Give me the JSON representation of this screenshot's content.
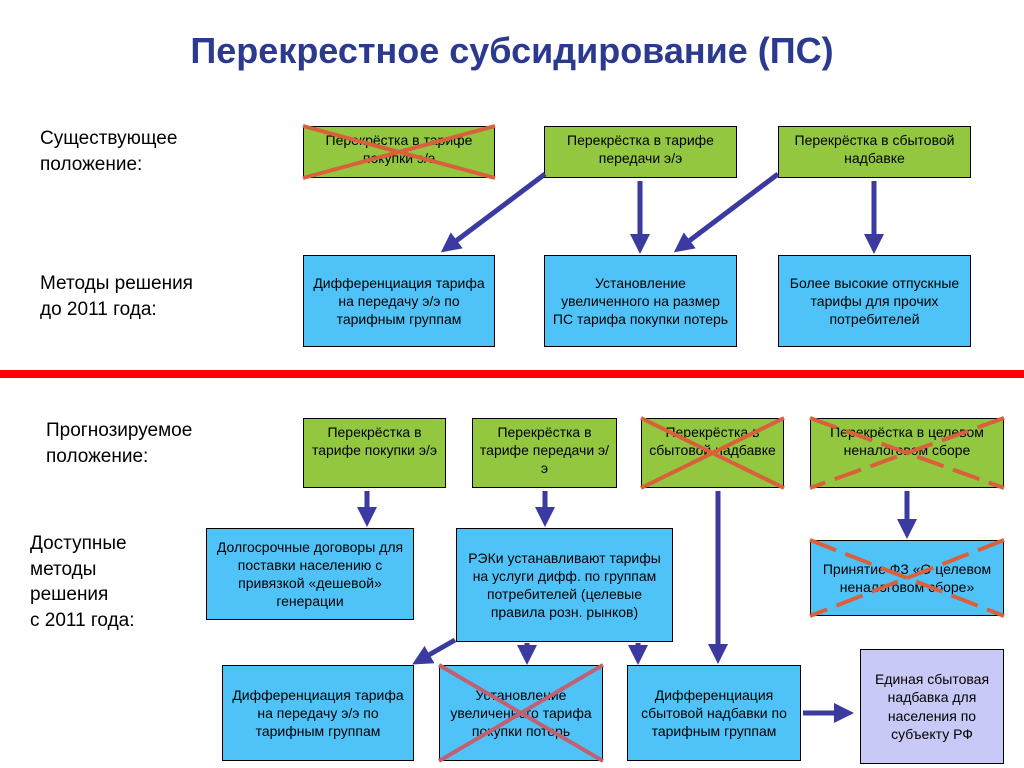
{
  "title": "Перекрестное субсидирование (ПС)",
  "labels": {
    "existing": "Существующее\nположение:",
    "methods_before": "Методы решения\nдо 2011 года:",
    "forecast": "Прогнозируемое\nположение:",
    "methods_after": "Доступные\nметоды\nрешения\nс 2011 года:"
  },
  "top_boxes": {
    "g1": "Перекрёстка в тарифе покупки э/э",
    "g2": "Перекрёстка в тарифе передачи э/э",
    "g3": "Перекрёстка в сбытовой надбавке",
    "b1": "Дифференциация тарифа на передачу э/э по тарифным группам",
    "b2": "Установление увеличенного на размер ПС тарифа покупки потерь",
    "b3": "Более высокие отпускные тарифы для прочих потребителей"
  },
  "bottom_boxes": {
    "g1": "Перекрёстка в тарифе покупки э/э",
    "g2": "Перекрёстка в тарифе передачи э/э",
    "g3": "Перекрёстка в сбытовой надбавке",
    "g4": "Перекрёстка в целевом неналоговом сборе",
    "b1": "Долгосрочные договоры для поставки населению с привязкой «дешевой» генерации",
    "b2": "РЭКи устанавливают тарифы на услуги дифф. по группам потребителей (целевые правила розн. рынков)",
    "b3": "Принятие ФЗ «О целевом неналоговом сборе»",
    "c1": "Дифференциация тарифа на передачу э/э по тарифным группам",
    "c2": "Установление увеличенного тарифа покупки потерь",
    "c3": "Дифференциация сбытовой надбавки по тарифным группам",
    "c4": "Единая сбытовая надбавка для населения по субъекту РФ"
  },
  "colors": {
    "title": "#2b3a8f",
    "green_box": "#92c73f",
    "blue_box": "#4fc3f7",
    "lavender_box": "#c9c9f7",
    "arrow": "#3a3aa0",
    "cross": "#d9603b",
    "divider": "#ff0000"
  }
}
